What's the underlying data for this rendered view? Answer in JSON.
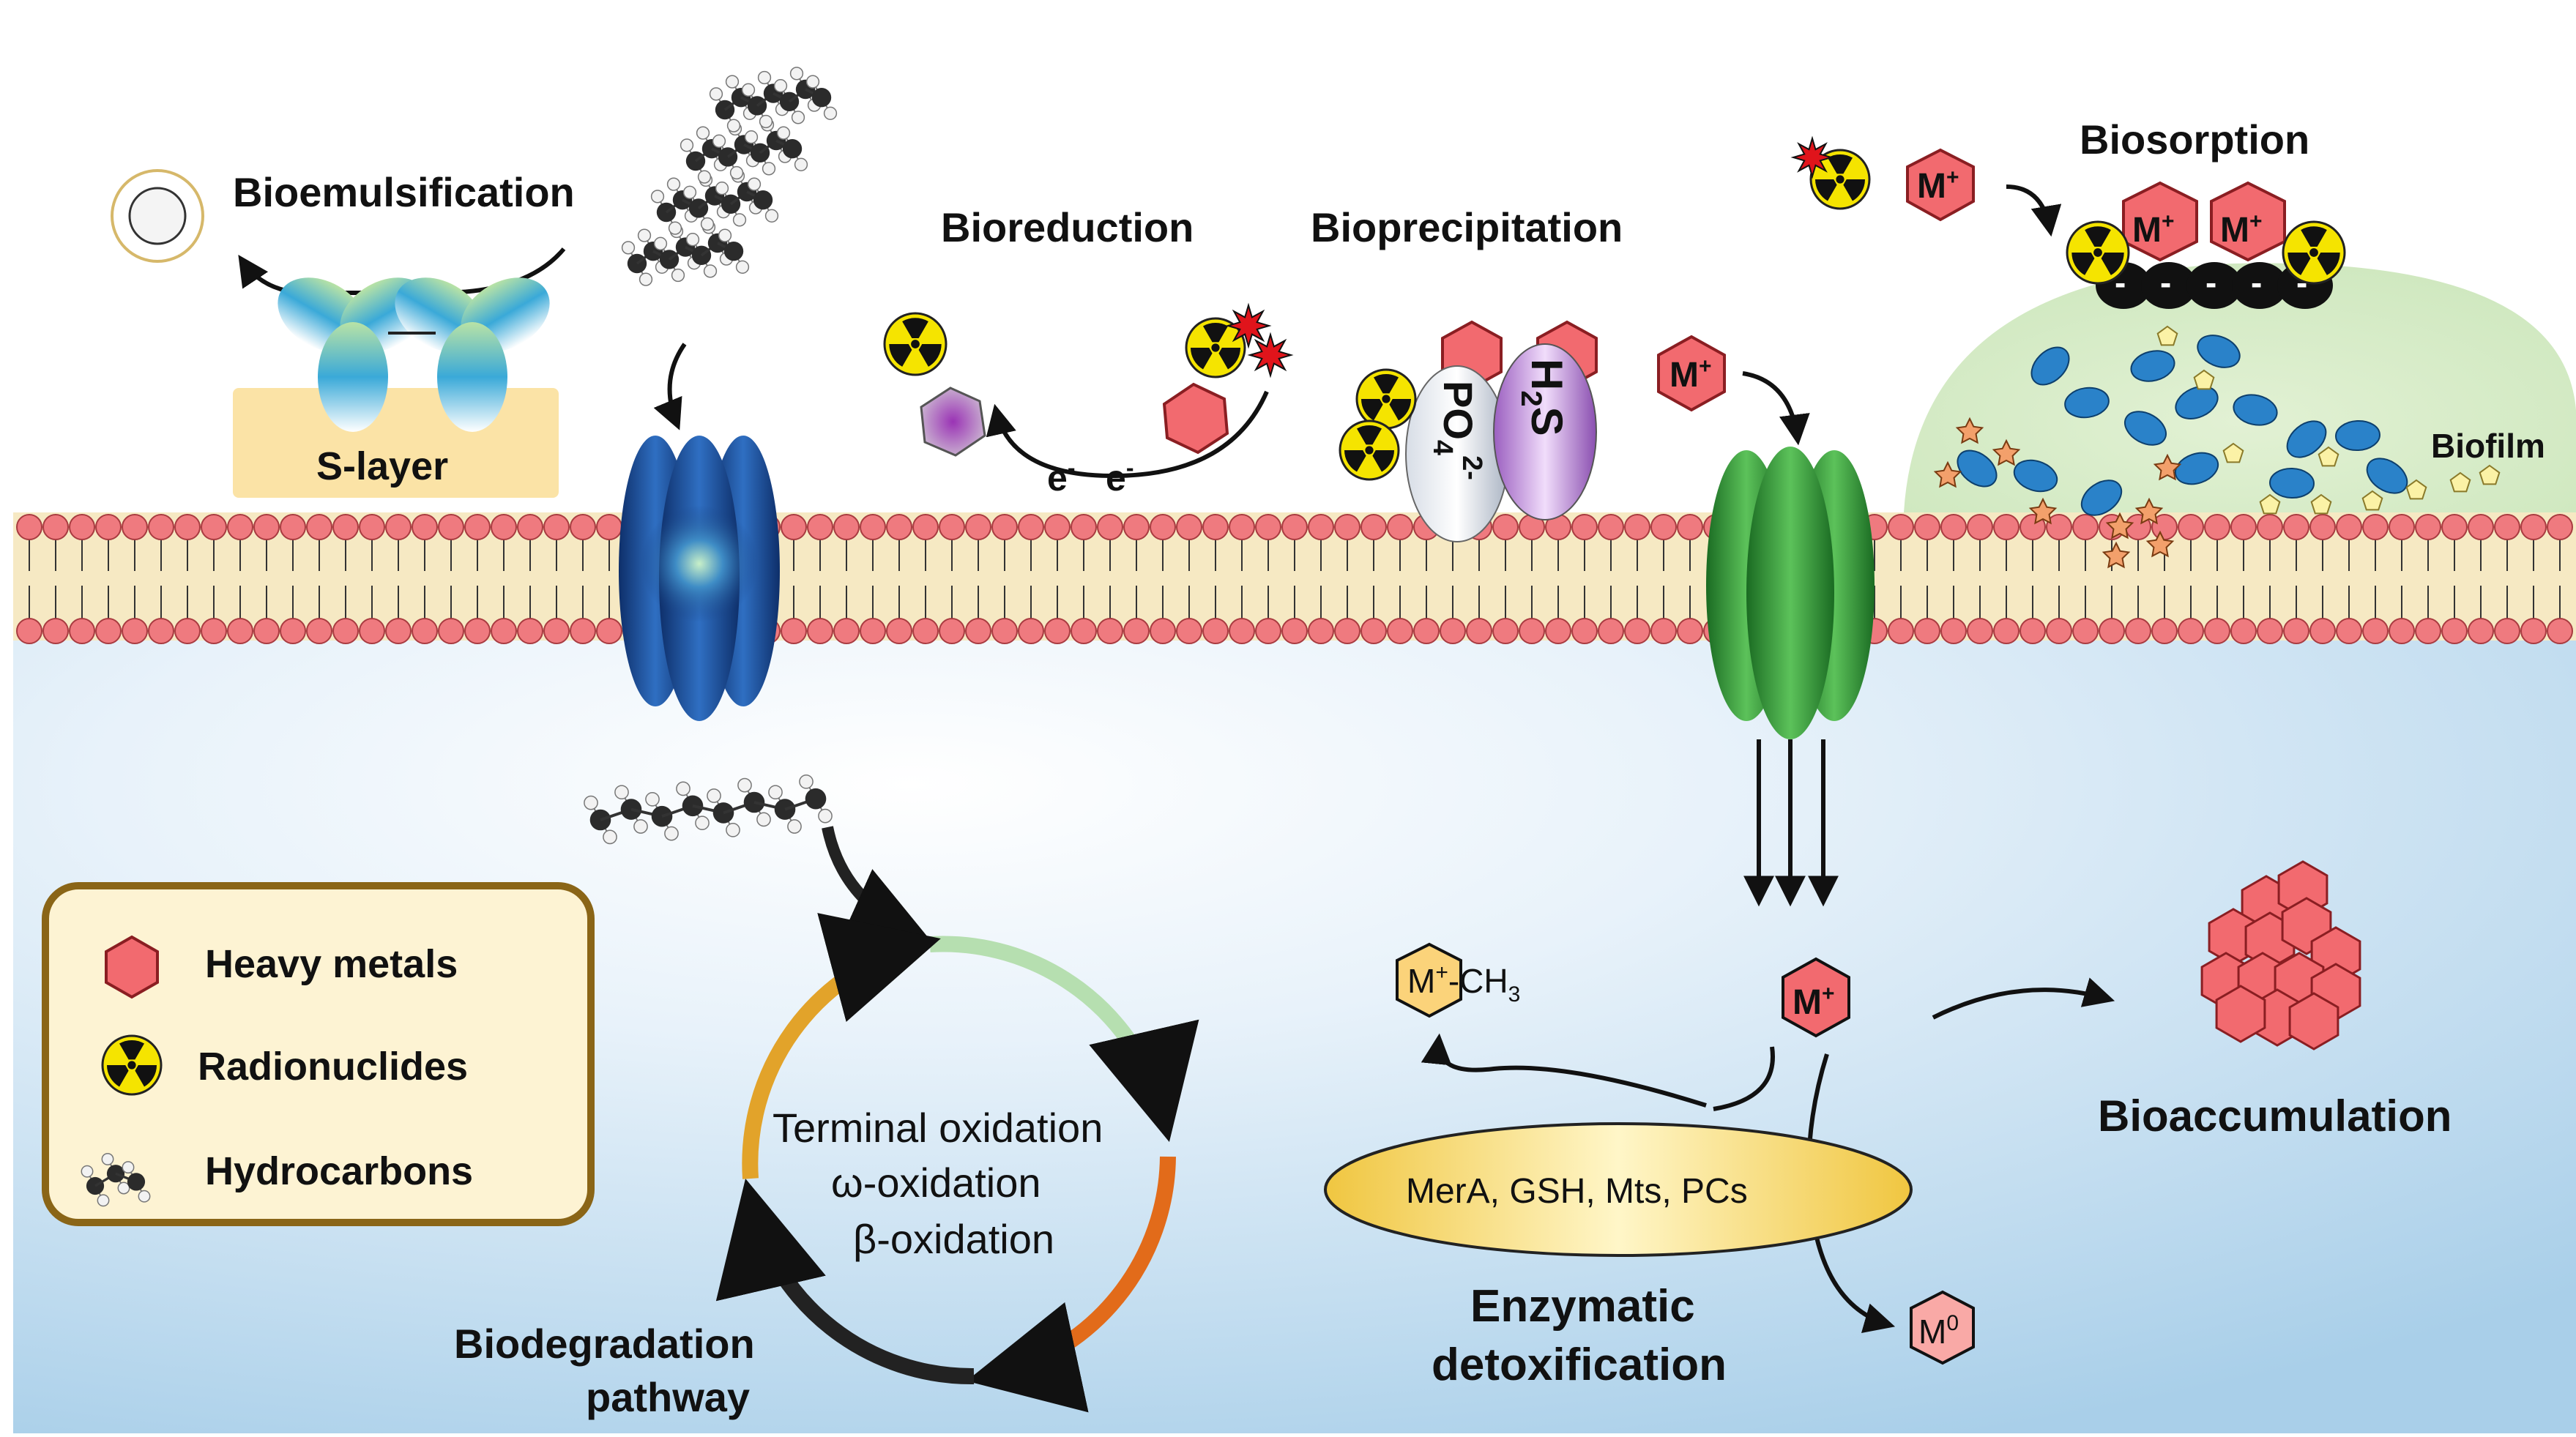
{
  "labels": {
    "bioemulsification": "Bioemulsification",
    "s_layer": "S-layer",
    "bioreduction": "Bioreduction",
    "bioprecipitation": "Bioprecipitation",
    "biosorption": "Biosorption",
    "biofilm": "Biofilm",
    "electron": "e",
    "electron_sup": "-",
    "phosphate_main": "PO",
    "phosphate_sub": "4",
    "phosphate_sup": "2-",
    "sulfide_main": "H",
    "sulfide_sub": "2",
    "sulfide_tail": "S",
    "metal_ion": "M",
    "metal_ion_sup": "+",
    "methyl_metal_tail": "-CH",
    "methyl_metal_sub": "3",
    "metal_zero_sup": "0",
    "negative_charge": "-",
    "cycle_line1": "Terminal oxidation",
    "cycle_line2": "ω-oxidation",
    "cycle_line3": "β-oxidation",
    "biodegradation_line1": "Biodegradation",
    "biodegradation_line2": "pathway",
    "enzymes": "MerA, GSH, Mts, PCs",
    "enzymatic_line1": "Enzymatic",
    "enzymatic_line2": "detoxification",
    "bioaccumulation": "Bioaccumulation"
  },
  "legend": {
    "items": [
      {
        "label": "Heavy metals",
        "icon": "hexagon-icon"
      },
      {
        "label": "Radionuclides",
        "icon": "radiation-icon"
      },
      {
        "label": "Hydrocarbons",
        "icon": "molecule-icon"
      }
    ]
  },
  "colors": {
    "heavy_metal": "#f26a6f",
    "radionuclide": "#f5e400",
    "membrane_head": "#ef7a7f",
    "membrane_core": "#f6e9c3",
    "cytoplasm": "#d7eaf6",
    "transporter_blue": "#1c4f92",
    "transporter_green": "#2f9a3a",
    "legend_border": "#8a6517",
    "legend_fill": "#fdf3d3",
    "enzyme_fill": "#f5d74a"
  }
}
